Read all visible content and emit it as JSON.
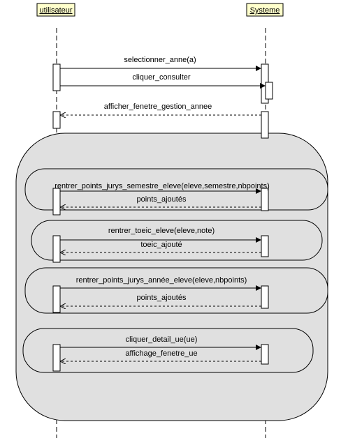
{
  "lifelines": {
    "user": "utilisateur",
    "system": "Systeme"
  },
  "messages": {
    "m1": "selectionner_anne(a)",
    "m2": "cliquer_consulter",
    "m3": "afficher_fenetre_gestion_annee",
    "m4": "rentrer_points_jurys_semestre_eleve(eleve,semestre,nbpoints)",
    "m5": "points_ajoutés",
    "m6": "rentrer_toeic_eleve(eleve,note)",
    "m7": "toeic_ajouté",
    "m8": "rentrer_points_jurys_année_eleve(eleve,nbpoints)",
    "m9": "points_ajoutés",
    "m10": "cliquer_detail_ue(ue)",
    "m11": "affichage_fenetre_ue"
  },
  "colors": {
    "actor_fill": "#ffffcc",
    "frame_fill": "#e0e0e0",
    "line": "#000000",
    "activation_fill": "#ffffff"
  }
}
